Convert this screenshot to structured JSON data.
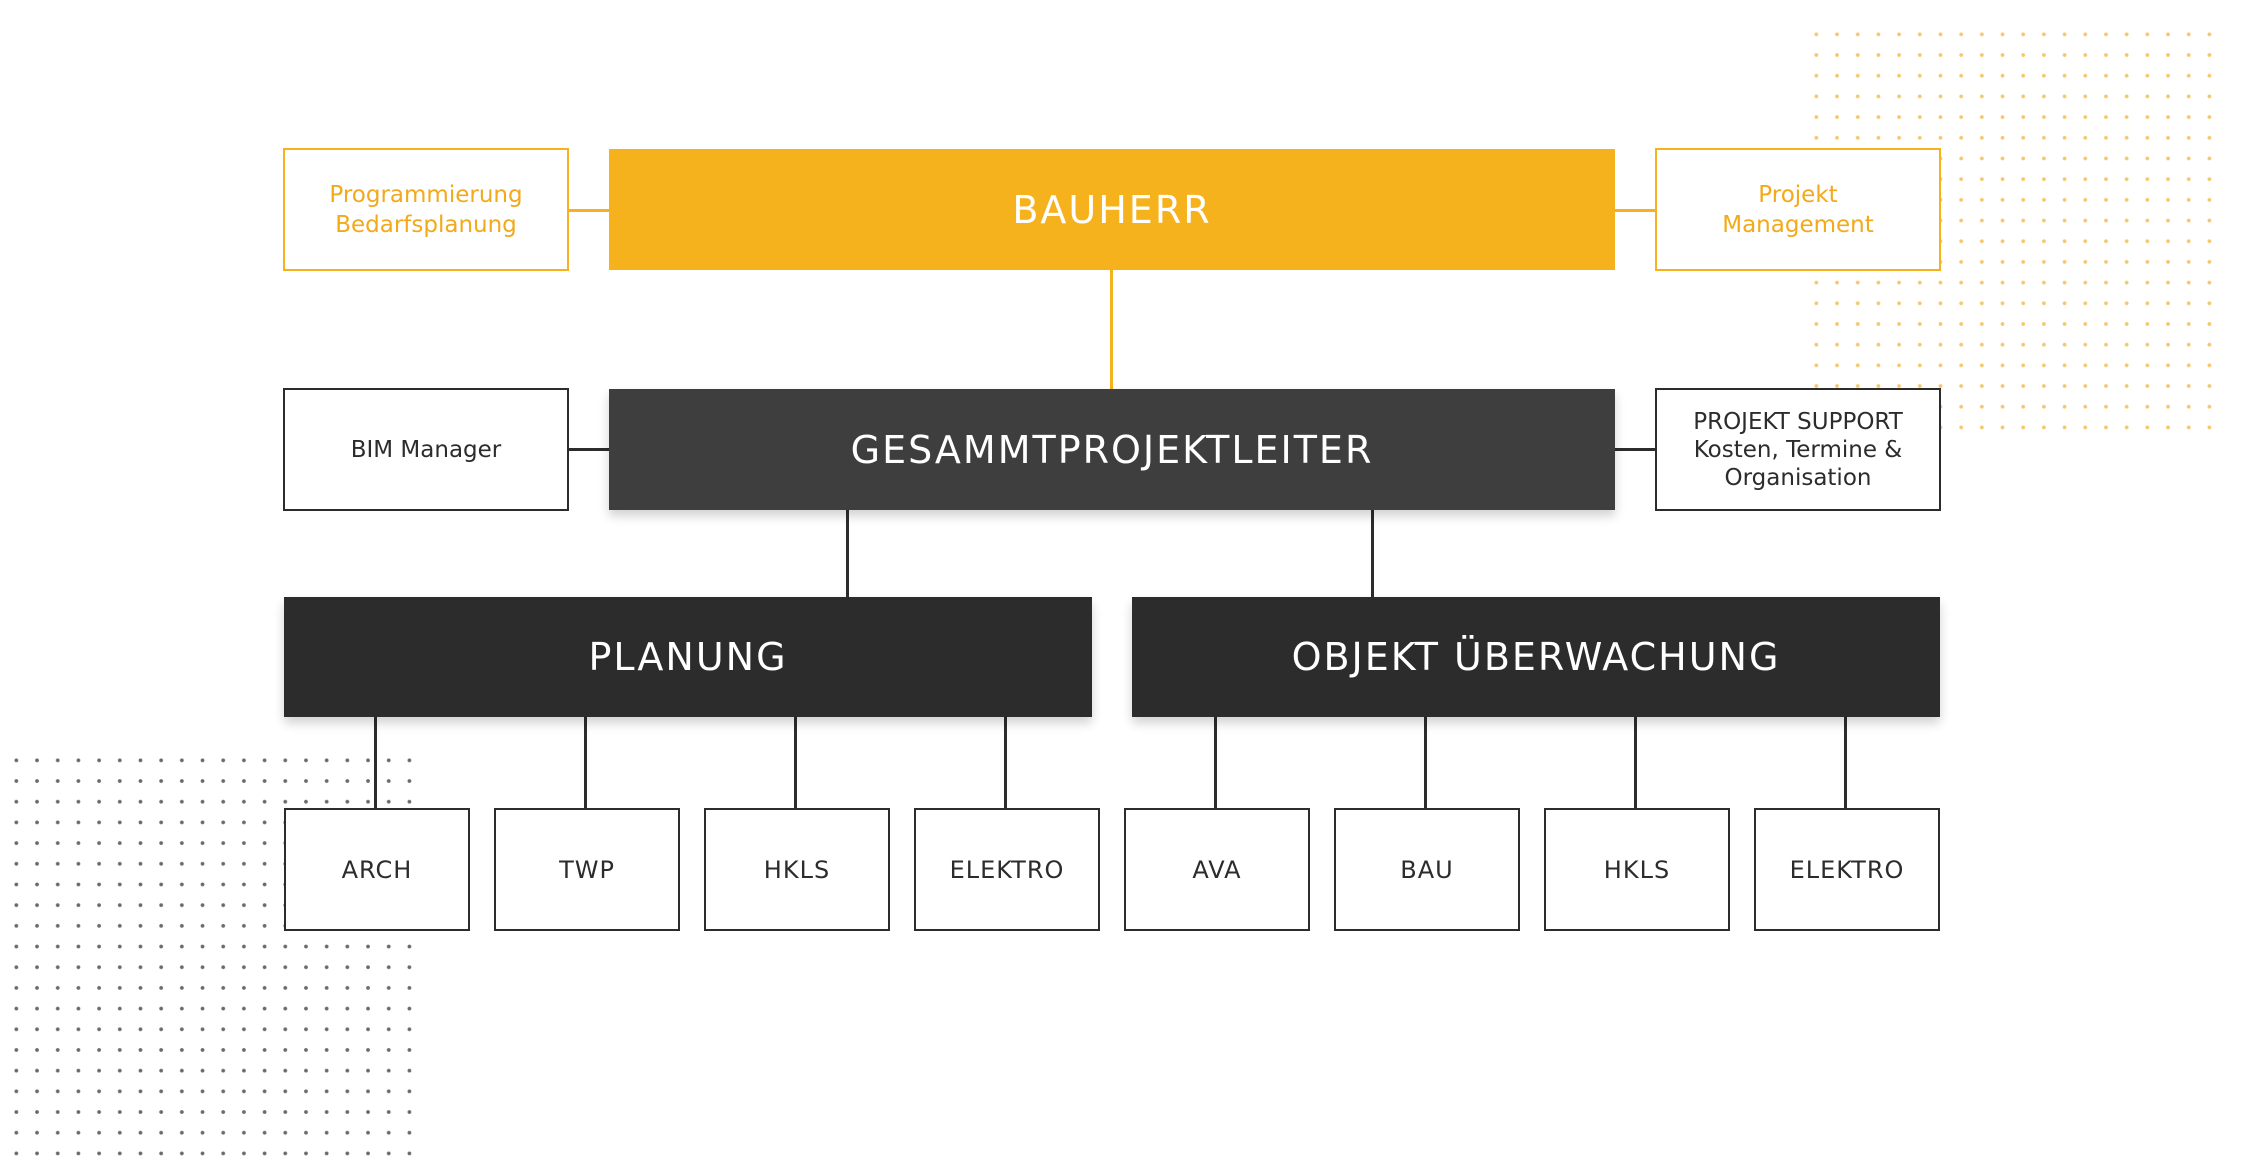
{
  "top": {
    "title": "BAUHERR",
    "left_note": "Programmierung\nBedarfsplanung",
    "right_note": "Projekt\nManagement"
  },
  "middle": {
    "title": "GESAMMTPROJEKTLEITER",
    "left_note": "BIM Manager",
    "right_note": "PROJEKT SUPPORT\nKosten, Termine &\nOrganisation"
  },
  "planung": {
    "title": "PLANUNG",
    "items": [
      "ARCH",
      "TWP",
      "HKLS",
      "ELEKTRO"
    ]
  },
  "objekt": {
    "title": "OBJEKT ÜBERWACHUNG",
    "items": [
      "AVA",
      "BAU",
      "HKLS",
      "ELEKTRO"
    ]
  },
  "colors": {
    "accent": "#f6b21c",
    "dark": "#3e3e3e",
    "black": "#2c2c2c"
  }
}
